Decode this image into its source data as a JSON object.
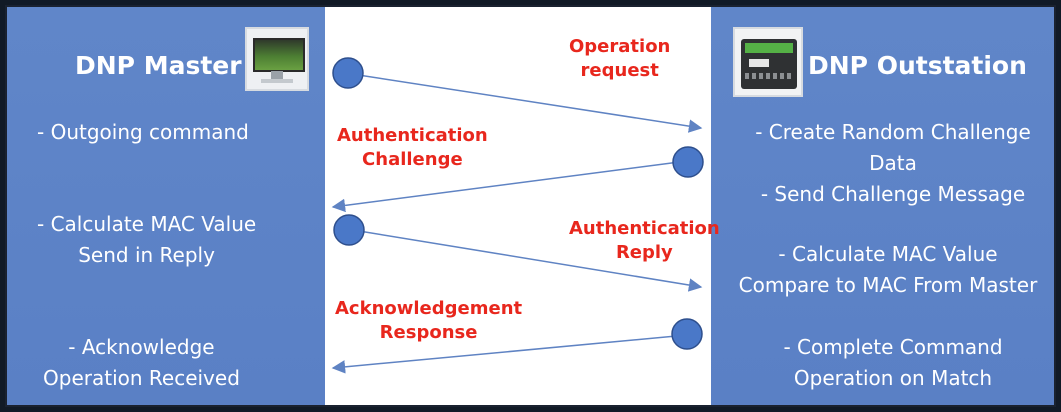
{
  "master": {
    "title": "DNP Master",
    "steps": [
      [
        "- Outgoing command"
      ],
      [
        "- Calculate MAC Value",
        "Send in Reply"
      ],
      [
        "- Acknowledge",
        "Operation Received"
      ]
    ]
  },
  "outstation": {
    "title": "DNP Outstation",
    "steps": [
      [
        "- Create Random Challenge",
        "Data"
      ],
      [
        "- Send Challenge Message"
      ],
      [
        "- Calculate MAC Value",
        "Compare to MAC From Master"
      ],
      [
        "- Complete Command",
        "Operation on Match"
      ]
    ]
  },
  "messages": [
    [
      "Operation",
      "request"
    ],
    [
      "Authentication",
      "Challenge"
    ],
    [
      "Authentication",
      "Reply"
    ],
    [
      "Acknowledgement",
      "Response"
    ]
  ],
  "colors": {
    "panel": "#5b81c6",
    "message_text": "#e8271d",
    "node_fill": "#4a78c8",
    "arrow": "#5f83c3"
  },
  "icons": [
    "computer-monitor-icon",
    "rtu-device-icon"
  ]
}
